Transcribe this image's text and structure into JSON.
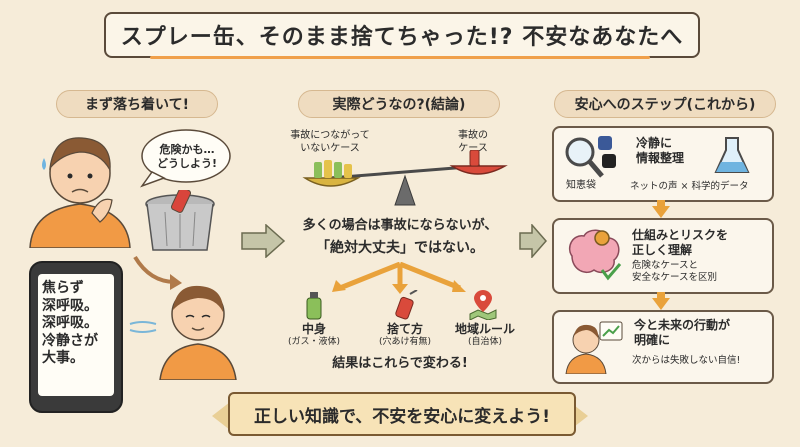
{
  "title": "スプレー缶、そのまま捨てちゃった!? 不安なあなたへ",
  "left": {
    "heading": "まず落ち着いて!",
    "speech": "危険かも…\nどうしよう!",
    "phone_text": "焦らず\n深呼吸。\n深呼吸。\n冷静さが\n大事。"
  },
  "middle": {
    "heading": "実際どうなの?(結論)",
    "left_pan_label": "事故につながって\nいないケース",
    "right_pan_label": "事故の\nケース",
    "conclusion_line1": "多くの場合は事故にならないが、",
    "conclusion_line2": "「絶対大丈夫」ではない。",
    "factors": [
      {
        "title": "中身",
        "sub": "(ガス・液体)"
      },
      {
        "title": "捨て方",
        "sub": "(穴あけ有無)"
      },
      {
        "title": "地域ルール",
        "sub": "(自治体)"
      }
    ],
    "result": "結果はこれらで変わる!"
  },
  "right": {
    "heading": "安心へのステップ(これから)",
    "steps": [
      {
        "title": "冷静に\n情報整理",
        "sub": "ネットの声 × 科学的データ",
        "tag": "知恵袋"
      },
      {
        "title": "仕組みとリスクを\n正しく理解",
        "sub": "危険なケースと\n安全なケースを区別"
      },
      {
        "title": "今と未来の行動が\n明確に",
        "sub": "次からは失敗しない自信!"
      }
    ]
  },
  "banner": "正しい知識で、不安を安心に変えよう!",
  "colors": {
    "accent": "#e9a23b",
    "background": "#f6ecd9",
    "border": "#6b5a48"
  }
}
